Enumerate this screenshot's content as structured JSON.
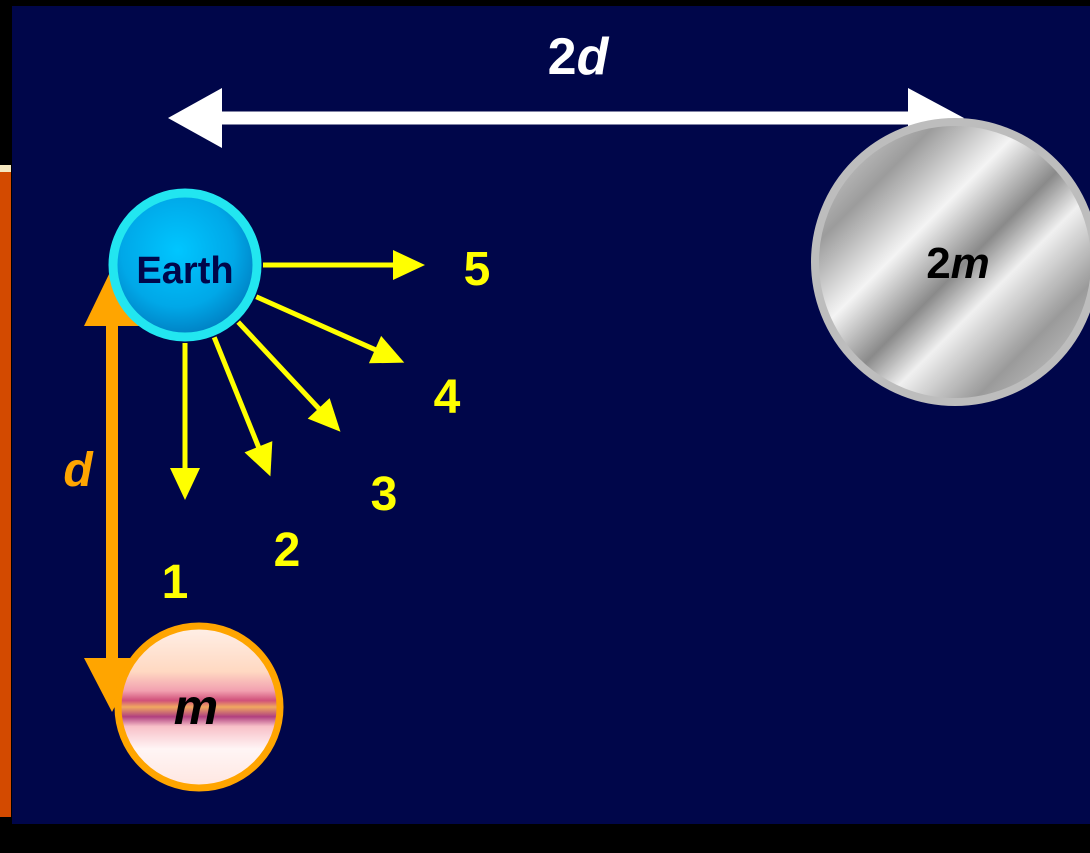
{
  "labels": {
    "top_distance": "2d",
    "top_distance_num": "2",
    "top_distance_var": "d",
    "side_distance": "d",
    "earth": "Earth",
    "big_mass_num": "2",
    "big_mass_var": "m",
    "small_mass": "m"
  },
  "options": [
    {
      "label": "1",
      "angle_deg": 90
    },
    {
      "label": "2",
      "angle_deg": 68
    },
    {
      "label": "3",
      "angle_deg": 47
    },
    {
      "label": "4",
      "angle_deg": 24
    },
    {
      "label": "5",
      "angle_deg": 0
    }
  ],
  "colors": {
    "background": "#000000",
    "panel": "#00064a",
    "accent_bar": "#d34a00",
    "arrow_yellow": "#ffff00",
    "arrow_white": "#ffffff",
    "distance_orange": "#ffa500",
    "earth": "#33ccff",
    "big_mass": "#c8c8c8",
    "small_mass_ring": "#ffa500"
  }
}
